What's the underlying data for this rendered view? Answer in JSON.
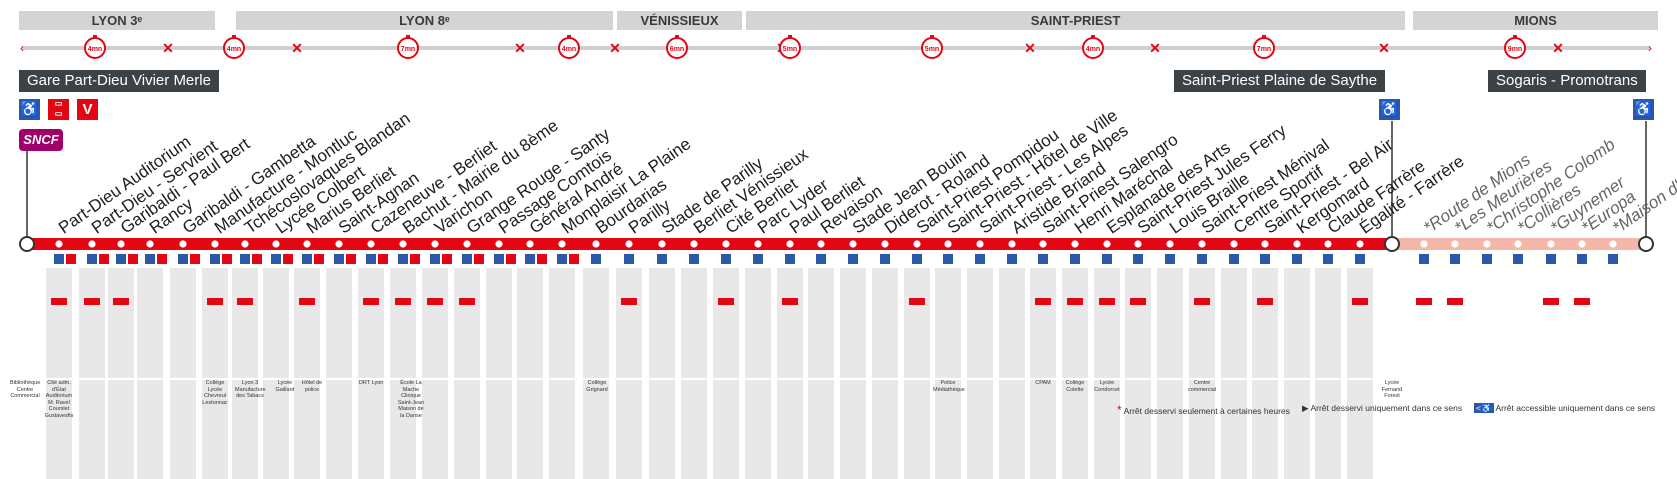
{
  "zones": [
    {
      "label": "LYON 3ᵉ"
    },
    {
      "label": "LYON 8ᵉ"
    },
    {
      "label": "VÉNISSIEUX"
    },
    {
      "label": "SAINT-PRIEST"
    },
    {
      "label": "MIONS"
    }
  ],
  "travel_times": [
    "4mn",
    "4mn",
    "7mn",
    "4mn",
    "6mn",
    "5mn",
    "5mn",
    "4mn",
    "7mn",
    "9mn"
  ],
  "terminals": {
    "start": "Gare Part-Dieu Vivier Merle",
    "mid": "Saint-Priest Plaine de Saythe",
    "end": "Sogaris - Promotrans"
  },
  "badges": {
    "sncf": "SNCF",
    "metro": "V"
  },
  "stops": [
    {
      "name": "Part-Dieu Auditorium",
      "optional": false
    },
    {
      "name": "Part-Dieu - Servient",
      "optional": false
    },
    {
      "name": "Garibaldi - Paul Bert",
      "optional": false
    },
    {
      "name": "Rancy",
      "optional": false
    },
    {
      "name": "Garibaldi - Gambetta",
      "optional": false
    },
    {
      "name": "Manufacture - Montluc",
      "optional": false
    },
    {
      "name": "Tchécoslovaques Blandan",
      "optional": false
    },
    {
      "name": "Lycée Colbert",
      "optional": false
    },
    {
      "name": "Marius Berliet",
      "optional": false
    },
    {
      "name": "Saint-Agnan",
      "optional": false
    },
    {
      "name": "Cazeneuve - Berliet",
      "optional": false
    },
    {
      "name": "Bachut - Mairie du 8ème",
      "optional": false
    },
    {
      "name": "Varichon",
      "optional": false
    },
    {
      "name": "Grange Rouge - Santy",
      "optional": false
    },
    {
      "name": "Passage Comtois",
      "optional": false
    },
    {
      "name": "Général André",
      "optional": false
    },
    {
      "name": "Monplaisir La Plaine",
      "optional": false
    },
    {
      "name": "Bourdarias",
      "optional": false
    },
    {
      "name": "Parilly",
      "optional": false
    },
    {
      "name": "Stade de Parilly",
      "optional": false
    },
    {
      "name": "Berliet Vénissieux",
      "optional": false
    },
    {
      "name": "Cité Berliet",
      "optional": false
    },
    {
      "name": "Parc Lyder",
      "optional": false
    },
    {
      "name": "Paul Berliet",
      "optional": false
    },
    {
      "name": "Revaison",
      "optional": false
    },
    {
      "name": "Stade Jean Bouin",
      "optional": false
    },
    {
      "name": "Diderot - Roland",
      "optional": false
    },
    {
      "name": "Saint-Priest Pompidou",
      "optional": false
    },
    {
      "name": "Saint-Priest - Hôtel de Ville",
      "optional": false
    },
    {
      "name": "Saint-Priest - Les Alpes",
      "optional": false
    },
    {
      "name": "Aristide Briand",
      "optional": false
    },
    {
      "name": "Saint-Priest Salengro",
      "optional": false
    },
    {
      "name": "Henri Maréchal",
      "optional": false
    },
    {
      "name": "Esplanade des Arts",
      "optional": false
    },
    {
      "name": "Saint-Priest Jules Ferry",
      "optional": false
    },
    {
      "name": "Louis Braille",
      "optional": false
    },
    {
      "name": "Saint-Priest Ménival",
      "optional": false
    },
    {
      "name": "Centre Sportif",
      "optional": false
    },
    {
      "name": "Saint-Priest - Bel Air",
      "optional": false
    },
    {
      "name": "Kergomard",
      "optional": false
    },
    {
      "name": "Claude Farrère",
      "optional": false
    },
    {
      "name": "Égalité - Farrère",
      "optional": false
    },
    {
      "name": "Route de Mions",
      "optional": true
    },
    {
      "name": "Les Meurières",
      "optional": true
    },
    {
      "name": "Christophe Colomb",
      "optional": true
    },
    {
      "name": "Collières",
      "optional": true
    },
    {
      "name": "Guynemer",
      "optional": true
    },
    {
      "name": "Europa",
      "optional": true
    },
    {
      "name": "Maison d'Arrêt",
      "optional": true
    }
  ],
  "points_of_interest": [
    {
      "text": "Bibliothèque Centre Commercial"
    },
    {
      "text": "Cité adm. d'État Auditorium M. Ravel Courslet Gustavesfis"
    },
    {
      "text": "Collège Lycée Chevreul Lestonnac"
    },
    {
      "text": "Lyon 3 Manufacture des Tabacs"
    },
    {
      "text": "Lycée Gaillard"
    },
    {
      "text": "Hôtel de police"
    },
    {
      "text": "ORT Lyon"
    },
    {
      "text": "École La Mache Clinique Saint-Jean Maison de la Danse"
    },
    {
      "text": "Collège Grignard"
    },
    {
      "text": "Police Médiathèque"
    },
    {
      "text": "CPAM"
    },
    {
      "text": "Collège Colette"
    },
    {
      "text": "Lycée Condorcet"
    },
    {
      "text": "Centre commercial"
    },
    {
      "text": "Lycée Fernand Forest"
    }
  ],
  "legend": {
    "optional_stop": "Arrêt desservi seulement à certaines heures",
    "one_direction": "Arrêt desservi uniquement dans ce sens",
    "accessible_one_direction": "Arrêt accessible uniquement dans ce sens"
  },
  "colors": {
    "line": "#e30613",
    "line_optional": "#f4b8a8",
    "zone_bg": "#d4d4d4",
    "terminal_bg": "#3d4247",
    "accessible": "#2b59a8",
    "sncf": "#a1006b"
  }
}
